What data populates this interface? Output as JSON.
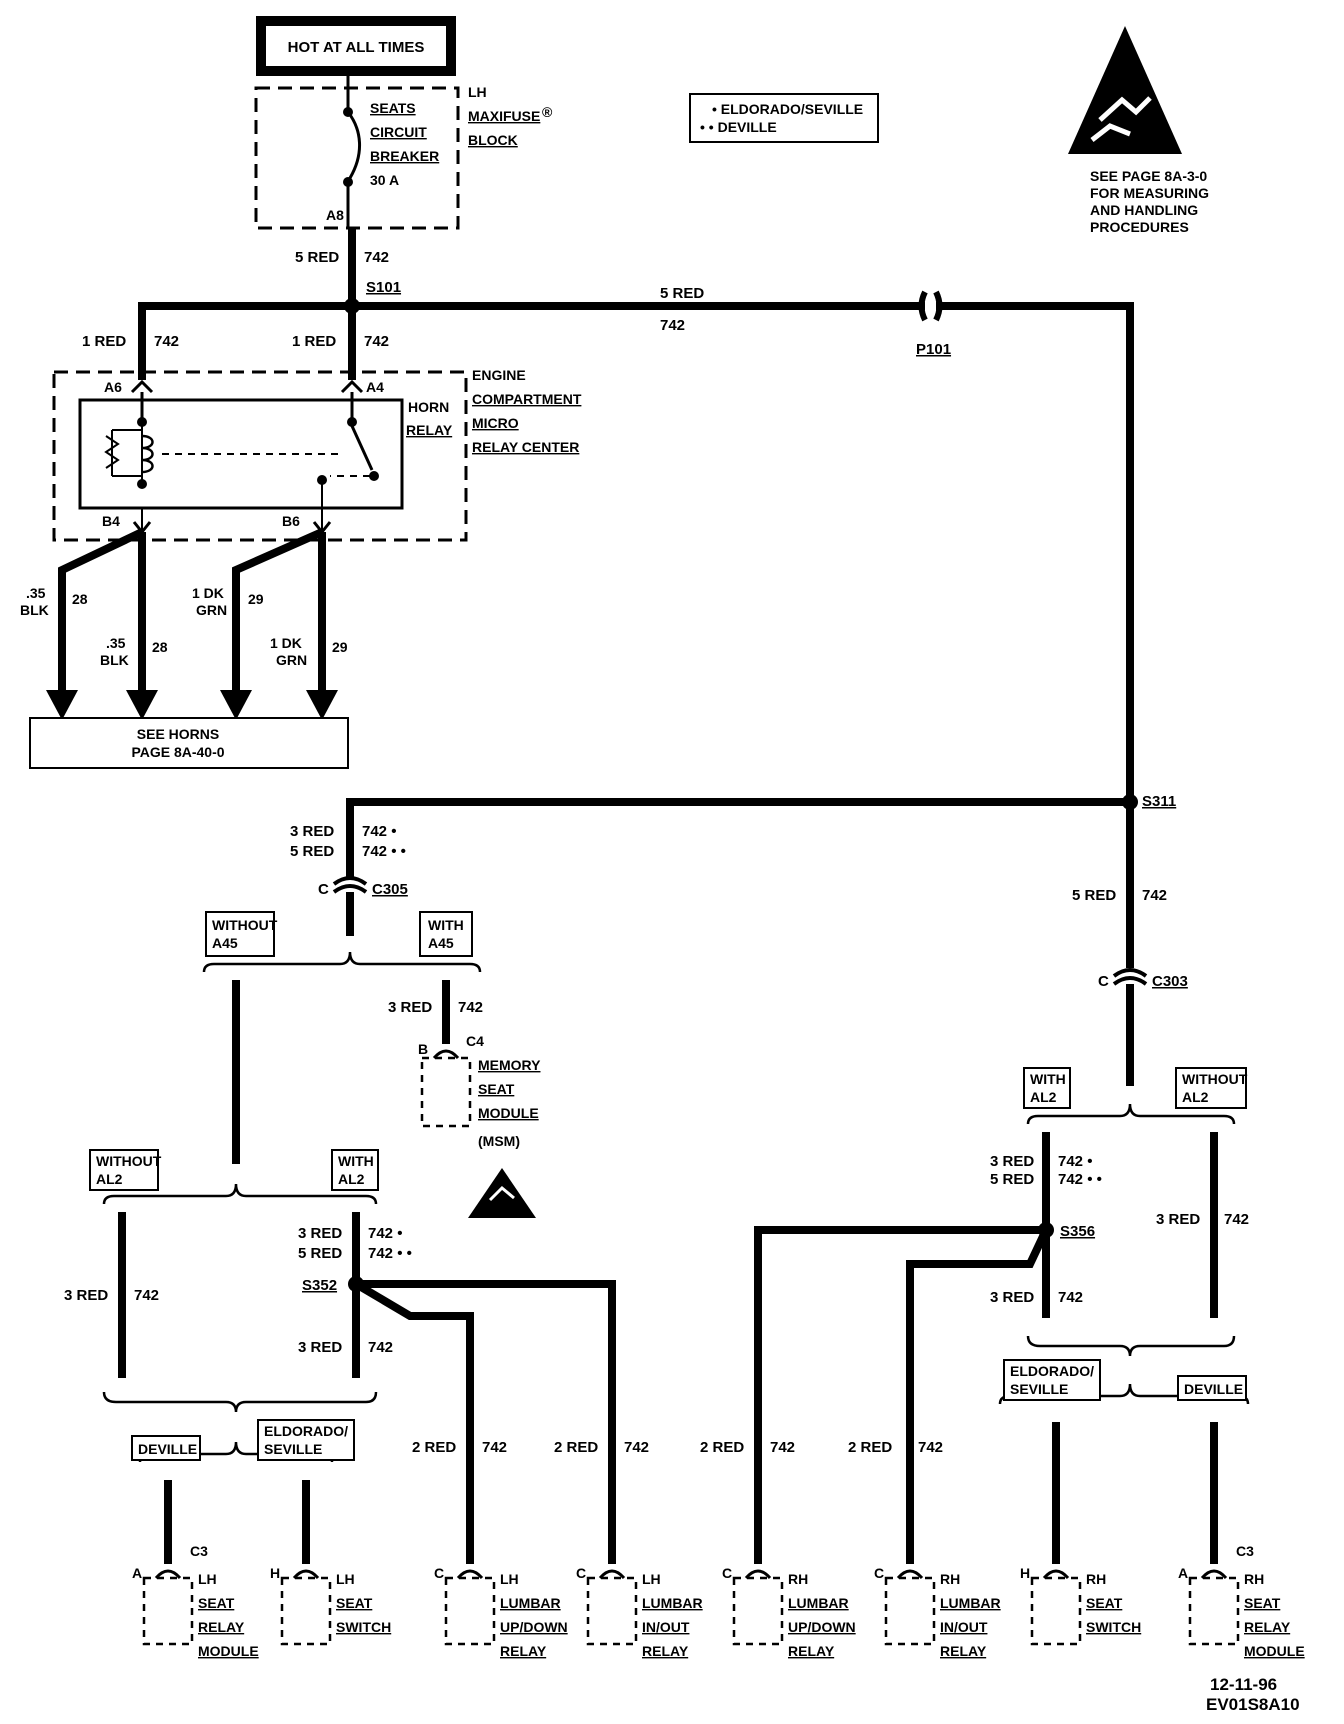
{
  "header": {
    "hot_label": "HOT AT ALL TIMES",
    "fuse_block_lines": [
      "LH",
      "MAXIFUSE",
      "BLOCK"
    ],
    "registered": "®",
    "breaker_lines": [
      "SEATS",
      "CIRCUIT",
      "BREAKER",
      "30 A"
    ],
    "pin_a8": "A8"
  },
  "legend": {
    "line1": "• ELDORADO/SEVILLE",
    "line2": "• • DEVILLE"
  },
  "esd_note": {
    "lines": [
      "SEE PAGE 8A-3-0",
      "FOR MEASURING",
      "AND HANDLING",
      "PROCEDURES"
    ]
  },
  "wires": {
    "top_feed": [
      "5 RED",
      "742"
    ],
    "s101": "S101",
    "top_run": [
      "5 RED",
      "742"
    ],
    "p101": "P101",
    "left_drop": [
      "1 RED",
      "742"
    ],
    "mid_drop": [
      "1 RED",
      "742"
    ],
    "b4_a": [
      ".35",
      "BLK",
      "28"
    ],
    "b4_b": [
      ".35",
      "BLK",
      "28"
    ],
    "b6_a": [
      "1 DK",
      "GRN",
      "29"
    ],
    "b6_b": [
      "1 DK",
      "GRN",
      "29"
    ],
    "s311": "S311",
    "c305_feed": [
      "3 RED",
      "742 •",
      "5 RED",
      "742 • •"
    ],
    "c305": "C305",
    "c_letter": "C",
    "right_drop": [
      "5 RED",
      "742"
    ],
    "c303": "C303",
    "msm_feed": [
      "3 RED",
      "742"
    ],
    "s352_feed": [
      "3 RED",
      "742 •",
      "5 RED",
      "742 • •"
    ],
    "s352": "S352",
    "s352_down": [
      "3 RED",
      "742"
    ],
    "left_bypass": [
      "3 RED",
      "742"
    ],
    "s356_feed": [
      "3 RED",
      "742 •",
      "5 RED",
      "742 • •"
    ],
    "s356": "S356",
    "s356_down": [
      "3 RED",
      "742"
    ],
    "right_bypass": [
      "3 RED",
      "742"
    ],
    "lumbar_lh_ud": [
      "2 RED",
      "742"
    ],
    "lumbar_lh_io": [
      "2 RED",
      "742"
    ],
    "lumbar_rh_ud": [
      "2 RED",
      "742"
    ],
    "lumbar_rh_io": [
      "2 RED",
      "742"
    ]
  },
  "relay_center": {
    "pins": [
      "A6",
      "A4",
      "B4",
      "B6"
    ],
    "horn_relay": [
      "HORN",
      "RELAY"
    ],
    "center_lines": [
      "ENGINE",
      "COMPARTMENT",
      "MICRO",
      "RELAY CENTER"
    ]
  },
  "horns_box": [
    "SEE HORNS",
    "PAGE 8A-40-0"
  ],
  "options": {
    "without_a45": [
      "WITHOUT",
      "A45"
    ],
    "with_a45": [
      "WITH",
      "A45"
    ],
    "without_al2_left": [
      "WITHOUT",
      "AL2"
    ],
    "with_al2_left": [
      "WITH",
      "AL2"
    ],
    "with_al2_right": [
      "WITH",
      "AL2"
    ],
    "without_al2_right": [
      "WITHOUT",
      "AL2"
    ],
    "deville_left": "DEVILLE",
    "eldorado_left": [
      "ELDORADO/",
      "SEVILLE"
    ],
    "eldorado_right": [
      "ELDORADO/",
      "SEVILLE"
    ],
    "deville_right": "DEVILLE"
  },
  "msm": {
    "pin": "B",
    "conn": "C4",
    "lines": [
      "MEMORY",
      "SEAT",
      "MODULE",
      "(MSM)"
    ]
  },
  "components": [
    {
      "pin": "A",
      "conn": "C3",
      "lines": [
        "LH",
        "SEAT",
        "RELAY",
        "MODULE"
      ]
    },
    {
      "pin": "H",
      "conn": "",
      "lines": [
        "LH",
        "SEAT",
        "SWITCH"
      ]
    },
    {
      "pin": "C",
      "conn": "",
      "lines": [
        "LH",
        "LUMBAR",
        "UP/DOWN",
        "RELAY"
      ]
    },
    {
      "pin": "C",
      "conn": "",
      "lines": [
        "LH",
        "LUMBAR",
        "IN/OUT",
        "RELAY"
      ]
    },
    {
      "pin": "C",
      "conn": "",
      "lines": [
        "RH",
        "LUMBAR",
        "UP/DOWN",
        "RELAY"
      ]
    },
    {
      "pin": "C",
      "conn": "",
      "lines": [
        "RH",
        "LUMBAR",
        "IN/OUT",
        "RELAY"
      ]
    },
    {
      "pin": "H",
      "conn": "",
      "lines": [
        "RH",
        "SEAT",
        "SWITCH"
      ]
    },
    {
      "pin": "A",
      "conn": "C3",
      "lines": [
        "RH",
        "SEAT",
        "RELAY",
        "MODULE"
      ]
    }
  ],
  "footer": {
    "date": "12-11-96",
    "code": "EV01S8A10"
  }
}
